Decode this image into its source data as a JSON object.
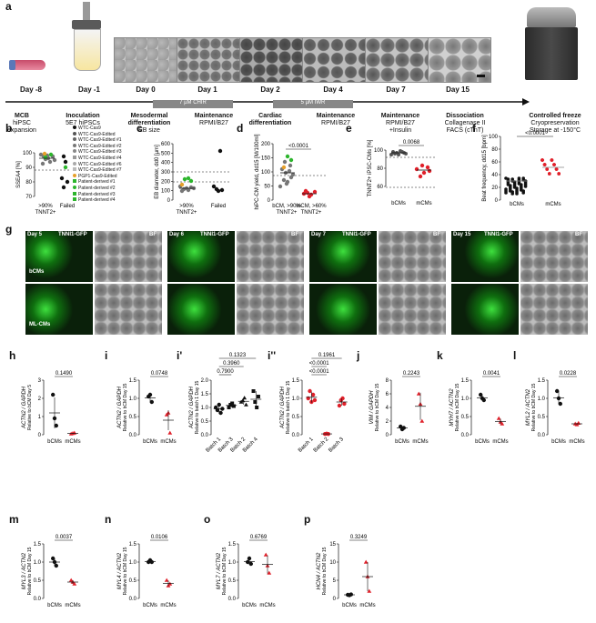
{
  "panel_a": {
    "label": "a",
    "days": [
      "Day -8",
      "Day -1",
      "Day 0",
      "Day 1",
      "Day 2",
      "Day 4",
      "Day 7",
      "Day 15"
    ],
    "chir_bar": "7 µM CHIR",
    "iwr_bar": "5 µM IWR",
    "steps": [
      {
        "title": "MCB",
        "sub": "hiPSC\nexpansion"
      },
      {
        "title": "Inoculation",
        "sub": "5E7 hiPSCs"
      },
      {
        "title": "Mesodermal\ndifferentiation",
        "sub": "EB size"
      },
      {
        "title": "Maintenance",
        "sub": "RPMI/B27"
      },
      {
        "title": "Cardiac\ndifferentiation",
        "sub": ""
      },
      {
        "title": "Maintenance",
        "sub": "RPMI/B27"
      },
      {
        "title": "Maintenance",
        "sub": "RPMI/B27\n+Insulin"
      },
      {
        "title": "Dissociation",
        "sub": "Collagenase II\nFACS (cTnT)"
      },
      {
        "title": "Controlled freeze",
        "sub": "Cryopreservation\nStorage at -150°C"
      }
    ]
  },
  "panel_b": {
    "label": "b",
    "ylabel": "SSEA4 [%]",
    "yticks": [
      "100",
      "90",
      "80",
      "70"
    ],
    "cats": [
      ">90%\nTNNT2+",
      "Failed"
    ],
    "legend": [
      "WTC-Cas9",
      "WTC-Cas9-Edited",
      "WTC-Cas9-Edited #1",
      "WTC-Cas9-Edited #2",
      "WTC-Cas9-Edited #3",
      "WTC-Cas9-Edited #4",
      "WTC-Cas9-Edited #6",
      "WTC-Cas9-Edited #7",
      "PGP1-Cas9-Edited",
      "Patient-derived #1",
      "Patient-derived #2",
      "Patient-derived #3",
      "Patient-derived #4"
    ]
  },
  "panel_c": {
    "label": "c",
    "ylabel": "EB diameter, dd0 [µm]",
    "yticks": [
      "600",
      "500",
      "400",
      "300",
      "200",
      "100",
      "0"
    ],
    "cats": [
      ">90%\nTNNT2+",
      "Failed"
    ]
  },
  "panel_d": {
    "label": "d",
    "ylabel": "hiPC-CM yield, dd15 [M/100ml]",
    "yticks": [
      "200",
      "150",
      "100",
      "50",
      "0"
    ],
    "pval": "<0.0001",
    "cats": [
      "bCM, >90%\nTNNT2+",
      "mCM, >60%\nTNNT2+"
    ]
  },
  "panel_e": {
    "label": "e",
    "ylabel": "TNNT2+ iPSC-CMs [%]",
    "yticks": [
      "100",
      "80",
      "60"
    ],
    "pval": "0.0068",
    "cats": [
      "bCMs",
      "mCMs"
    ]
  },
  "panel_f": {
    "label": "f",
    "ylabel": "Beat frequency, dd15 [bpm]",
    "yticks": [
      "100",
      "80",
      "60",
      "40",
      "20",
      "0"
    ],
    "pval": "<0.0001",
    "cats": [
      "bCMs",
      "mCMs"
    ]
  },
  "panel_g": {
    "label": "g",
    "row_labels": [
      "bCMs",
      "ML-CMs"
    ],
    "cols": [
      {
        "day": "Day 5",
        "gfp": "TNNI1-GFP",
        "bf": "BF"
      },
      {
        "day": "Day 6",
        "gfp": "TNNI1-GFP",
        "bf": "BF"
      },
      {
        "day": "Day 7",
        "gfp": "TNNI1-GFP",
        "bf": "BF"
      },
      {
        "day": "Day 15",
        "gfp": "TNNI1-GFP",
        "bf": "BF"
      }
    ]
  },
  "qpcr": [
    {
      "label": "h",
      "gene": "ACTN2 / GAPDH",
      "rel": "Relative to bCM Day 5",
      "pval": "0.1490",
      "cats": [
        "bCMs",
        "mCMs"
      ],
      "yticks": [
        "3",
        "2",
        "1",
        "0"
      ]
    },
    {
      "label": "i",
      "gene": "ACTN2 / GAPDH",
      "rel": "Relative to bCM Day 15",
      "pval": "0.0748",
      "cats": [
        "bCMs",
        "mCMs"
      ],
      "yticks": [
        "1.5",
        "1.0",
        "0.5",
        "0.0"
      ]
    },
    {
      "label": "i'",
      "gene": "ACTN2 / GAPDH",
      "rel": "Relative to batch 1 Day 15",
      "pvals": [
        "0.1323",
        "0.3960",
        "0.7900"
      ],
      "cats": [
        "Batch 1",
        "Batch 3",
        "Batch 2",
        "Batch 4"
      ],
      "yticks": [
        "2.0",
        "1.5",
        "1.0",
        "0.5",
        "0.0"
      ]
    },
    {
      "label": "i''",
      "gene": "ACTN2 / GAPDH",
      "rel": "Relative to batch 1 Day 15",
      "pvals": [
        "0.1961",
        "<0.0001",
        "<0.0001"
      ],
      "cats": [
        "Batch 1",
        "Batch 2",
        "Batch 3"
      ],
      "yticks": [
        "1.5",
        "1.0",
        "0.5",
        "0.0"
      ]
    },
    {
      "label": "j",
      "gene": "VIM / GAPDH",
      "rel": "Relative to bCM Day 15",
      "pval": "0.2243",
      "cats": [
        "bCMs",
        "mCMs"
      ],
      "yticks": [
        "8",
        "6",
        "4",
        "2",
        "0"
      ]
    },
    {
      "label": "k",
      "gene": "MYH7 / ACTN2",
      "rel": "Relative to bCM Day 15",
      "pval": "0.0041",
      "cats": [
        "bCMs",
        "mCMs"
      ],
      "yticks": [
        "1.5",
        "1.0",
        "0.5",
        "0.0"
      ]
    },
    {
      "label": "l",
      "gene": "MYL2 / ACTN2",
      "rel": "Relative to bCM Day 15",
      "pval": "0.0228",
      "cats": [
        "bCMs",
        "mCMs"
      ],
      "yticks": [
        "1.5",
        "1.0",
        "0.5",
        "0.0"
      ]
    },
    {
      "label": "m",
      "gene": "MYL3 / ACTN2",
      "rel": "Relative to bCM Day 15",
      "pval": "0.0037",
      "cats": [
        "bCMs",
        "mCMs"
      ],
      "yticks": [
        "1.5",
        "1.0",
        "0.5",
        "0.0"
      ]
    },
    {
      "label": "n",
      "gene": "MYL4 / ACTN2",
      "rel": "Relative to bCM Day 15",
      "pval": "0.0106",
      "cats": [
        "bCMs",
        "mCMs"
      ],
      "yticks": [
        "1.5",
        "1.0",
        "0.5",
        "0.0"
      ]
    },
    {
      "label": "o",
      "gene": "MYL7 / ACTN2",
      "rel": "Relative to bCM Day 15",
      "pval": "0.6769",
      "cats": [
        "bCMs",
        "mCMs"
      ],
      "yticks": [
        "1.5",
        "1.0",
        "0.5",
        "0.0"
      ]
    },
    {
      "label": "p",
      "gene": "HCN4 / ACTN2",
      "rel": "Relative to bCM Day 15",
      "pval": "0.3249",
      "cats": [
        "bCMs",
        "mCMs"
      ],
      "yticks": [
        "15",
        "10",
        "5",
        "0"
      ]
    }
  ],
  "chart_data": [
    {
      "type": "scatter",
      "panel": "h",
      "categories": [
        "bCMs",
        "mCMs"
      ],
      "series": [
        {
          "values": [
            [
              2.2,
              0.9,
              0.5
            ],
            [
              0.05,
              0.08,
              0.1
            ]
          ]
        }
      ],
      "ylabel": "ACTN2 / GAPDH",
      "ylim": [
        0,
        3
      ]
    },
    {
      "type": "scatter",
      "panel": "i",
      "categories": [
        "bCMs",
        "mCMs"
      ],
      "series": [
        {
          "values": [
            [
              1.05,
              1.1,
              0.9
            ],
            [
              0.55,
              0.6,
              0.05
            ]
          ]
        }
      ],
      "ylabel": "ACTN2 / GAPDH",
      "ylim": [
        0,
        1.5
      ]
    },
    {
      "type": "scatter",
      "panel": "i'",
      "categories": [
        "Batch 1",
        "Batch 3",
        "Batch 2",
        "Batch 4"
      ],
      "series": [
        {
          "values": [
            [
              1.0,
              0.9,
              1.1,
              0.8,
              0.95
            ],
            [
              1.0,
              1.1,
              1.15,
              1.05
            ],
            [
              1.2,
              1.25,
              1.35,
              1.1
            ],
            [
              1.6,
              1.2,
              1.0,
              1.4
            ]
          ]
        }
      ],
      "ylabel": "ACTN2 / GAPDH",
      "ylim": [
        0,
        2
      ]
    },
    {
      "type": "scatter",
      "panel": "i''",
      "categories": [
        "Batch 1",
        "Batch 2",
        "Batch 3"
      ],
      "series": [
        {
          "values": [
            [
              1.0,
              1.2,
              0.9,
              1.1,
              0.95
            ],
            [
              0.02,
              0.03,
              0.02
            ],
            [
              0.8,
              0.95,
              1.0,
              0.85
            ]
          ]
        }
      ],
      "ylabel": "ACTN2 / GAPDH",
      "ylim": [
        0,
        1.5
      ]
    },
    {
      "type": "scatter",
      "panel": "j",
      "categories": [
        "bCMs",
        "mCMs"
      ],
      "series": [
        {
          "values": [
            [
              1.2,
              0.8,
              1.0
            ],
            [
              6.0,
              4.5,
              2.0
            ]
          ]
        }
      ],
      "ylabel": "VIM / GAPDH",
      "ylim": [
        0,
        8
      ]
    },
    {
      "type": "scatter",
      "panel": "k",
      "categories": [
        "bCMs",
        "mCMs"
      ],
      "series": [
        {
          "values": [
            [
              1.1,
              1.0,
              0.95
            ],
            [
              0.45,
              0.35,
              0.3
            ]
          ]
        }
      ],
      "ylabel": "MYH7 / ACTN2",
      "ylim": [
        0,
        1.5
      ]
    },
    {
      "type": "scatter",
      "panel": "l",
      "categories": [
        "bCMs",
        "mCMs"
      ],
      "series": [
        {
          "values": [
            [
              1.2,
              1.0,
              0.85
            ],
            [
              0.3,
              0.28,
              0.32
            ]
          ]
        }
      ],
      "ylabel": "MYL2 / ACTN2",
      "ylim": [
        0,
        1.5
      ]
    },
    {
      "type": "scatter",
      "panel": "m",
      "categories": [
        "bCMs",
        "mCMs"
      ],
      "series": [
        {
          "values": [
            [
              1.1,
              1.0,
              0.9
            ],
            [
              0.5,
              0.45,
              0.4
            ]
          ]
        }
      ],
      "ylabel": "MYL3 / ACTN2",
      "ylim": [
        0,
        1.5
      ]
    },
    {
      "type": "scatter",
      "panel": "n",
      "categories": [
        "bCMs",
        "mCMs"
      ],
      "series": [
        {
          "values": [
            [
              1.0,
              1.05,
              1.0
            ],
            [
              0.5,
              0.35,
              0.4
            ]
          ]
        }
      ],
      "ylabel": "MYL4 / ACTN2",
      "ylim": [
        0,
        1.5
      ]
    },
    {
      "type": "scatter",
      "panel": "o",
      "categories": [
        "bCMs",
        "mCMs"
      ],
      "series": [
        {
          "values": [
            [
              1.0,
              1.1,
              0.95
            ],
            [
              1.2,
              0.9,
              0.7
            ]
          ]
        }
      ],
      "ylabel": "MYL7 / ACTN2",
      "ylim": [
        0,
        1.5
      ]
    },
    {
      "type": "scatter",
      "panel": "p",
      "categories": [
        "bCMs",
        "mCMs"
      ],
      "series": [
        {
          "values": [
            [
              1.0,
              0.9,
              1.1
            ],
            [
              10.0,
              6.0,
              2.0
            ]
          ]
        }
      ],
      "ylabel": "HCN4 / ACTN2",
      "ylim": [
        0,
        15
      ]
    }
  ],
  "colors": {
    "bcm": "#000000",
    "mcm": "#e0202a",
    "green": "#2cb52c",
    "gray": "#9a9a9a",
    "orange": "#e6a02a",
    "gfp": "#22d022"
  }
}
